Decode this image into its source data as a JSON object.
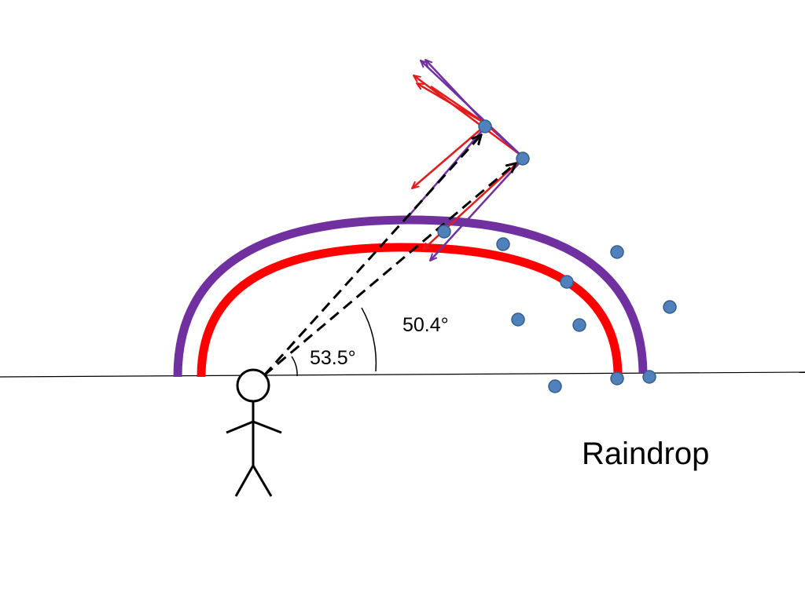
{
  "angles": {
    "inner": "53.5°",
    "outer": "50.4°"
  },
  "caption": "Raindrop",
  "colors": {
    "red_band": "#ff0000",
    "violet_band": "#7030a0",
    "raindrop_fill": "#4f81bd",
    "raindrop_stroke": "#385d8a",
    "ray_red": "#e31b1b",
    "ray_violet": "#7030a0",
    "line": "#000000"
  },
  "raindrop_count": 12
}
